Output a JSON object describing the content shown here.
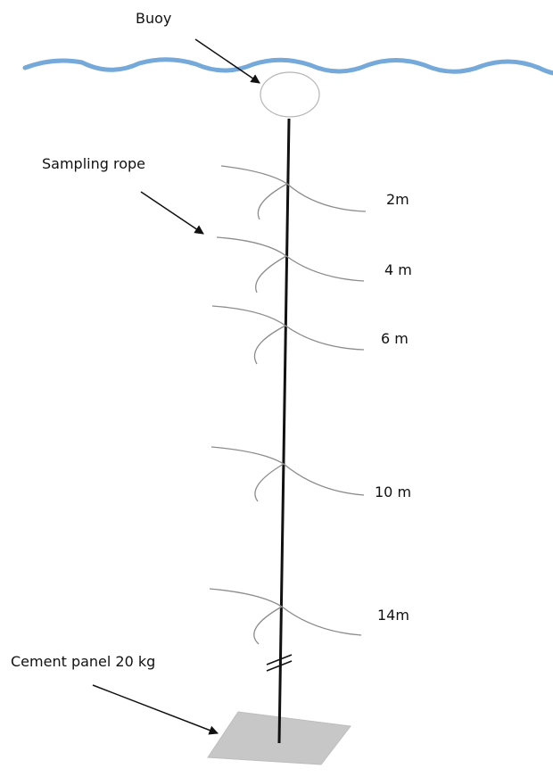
{
  "labels": {
    "buoy": "Buoy",
    "sampling_rope": "Sampling rope",
    "cement_panel": "Cement panel 20 kg"
  },
  "depths": [
    "2m",
    "4 m",
    "6 m",
    "10 m",
    "14m"
  ],
  "colors": {
    "water": "#74a9d9",
    "rope": "#111111",
    "sampling_rope": "#8c8c8c",
    "panel": "#c7c7c7",
    "arrow": "#111111",
    "buoy": "#b5b5b5"
  }
}
